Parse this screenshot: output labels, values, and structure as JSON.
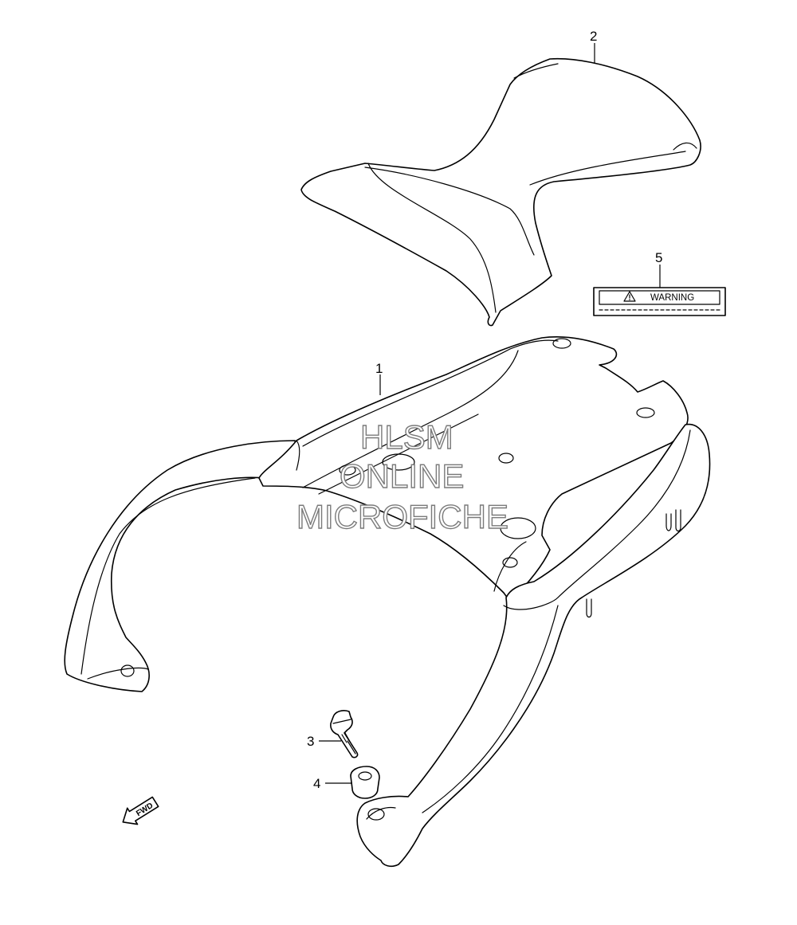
{
  "callouts": [
    {
      "number": "1",
      "part": "carrier"
    },
    {
      "number": "2",
      "part": "cover"
    },
    {
      "number": "3",
      "part": "bolt"
    },
    {
      "number": "4",
      "part": "washer"
    },
    {
      "number": "5",
      "part": "label"
    }
  ],
  "warning_label": {
    "text": "WARNING",
    "icon": "warning-triangle-icon"
  },
  "direction_arrow": {
    "text": "FWD",
    "icon": "forward-arrow-icon"
  },
  "watermark": {
    "line1": "HLSM",
    "line2": "ONLINE",
    "line3": "MICROFICHE"
  },
  "colors": {
    "line": "#000000",
    "background": "#ffffff",
    "watermark": "#7a7a7a"
  }
}
